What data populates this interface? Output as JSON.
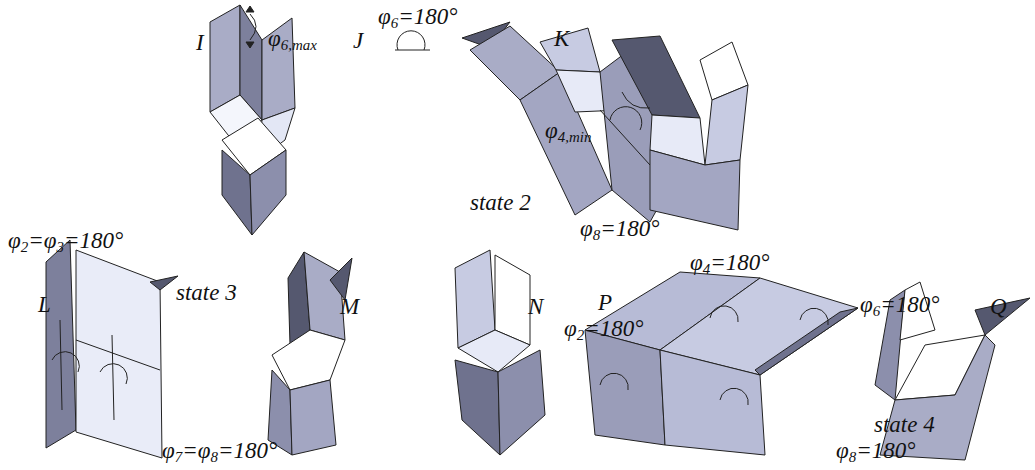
{
  "diagram": {
    "labels": [
      "I",
      "φ6,max",
      "J",
      "φ6=180°",
      "K",
      "φ4,min",
      "state 2",
      "φ8=180°",
      "φ2=φ3=180°",
      "L",
      "state 3",
      "φ7=φ8=180°",
      "M",
      "N",
      "P",
      "φ4=180°",
      "φ2=180°",
      "φ6=180°",
      "state 4",
      "φ8=180°",
      "Q"
    ]
  }
}
